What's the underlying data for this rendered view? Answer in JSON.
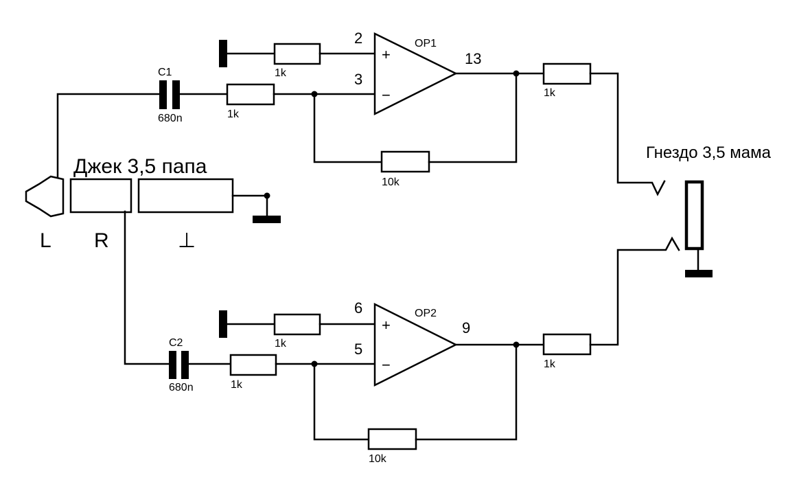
{
  "title_plug": "Джек 3,5 папа",
  "title_socket": "Гнездо 3,5 мама",
  "plug_contacts": {
    "left": "L",
    "right": "R",
    "ground": "⊥"
  },
  "channel1": {
    "opamp": "OP1",
    "pin_plus": "2",
    "pin_minus": "3",
    "pin_out": "13",
    "cap_name": "C1",
    "cap_value": "680n",
    "r_input": "1k",
    "r_bias": "1k",
    "r_feedback": "10k",
    "r_output": "1k",
    "plus_sign": "+",
    "minus_sign": "−"
  },
  "channel2": {
    "opamp": "OP2",
    "pin_plus": "6",
    "pin_minus": "5",
    "pin_out": "9",
    "cap_name": "C2",
    "cap_value": "680n",
    "r_input": "1k",
    "r_bias": "1k",
    "r_feedback": "10k",
    "r_output": "1k",
    "plus_sign": "+",
    "minus_sign": "−"
  }
}
